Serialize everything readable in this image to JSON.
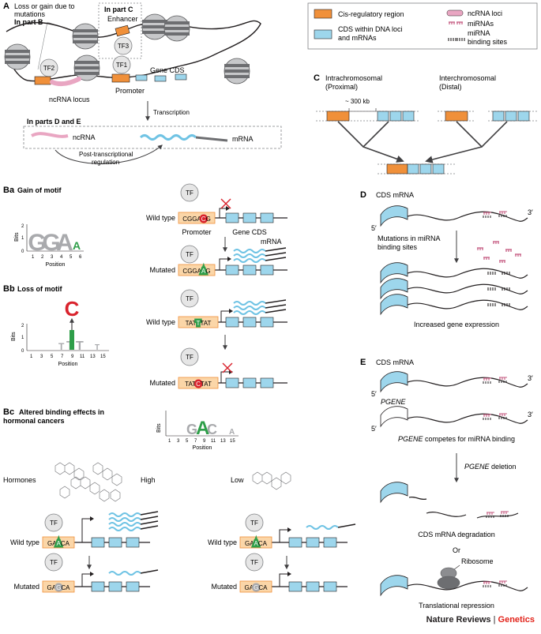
{
  "legend": {
    "cis": "Cis-regulatory region",
    "cds1": "CDS within DNA loci",
    "cds2": "and mRNAs",
    "ncrna": "ncRNA loci",
    "mirna": "miRNAs",
    "site1": "miRNA",
    "site2": "binding sites"
  },
  "panelA": {
    "label": "A",
    "loss_gain1": "Loss or gain due to",
    "loss_gain2": "mutations",
    "in_part_b": "In part B",
    "in_part_c": "In part C",
    "enhancer": "Enhancer",
    "tf1": "TF1",
    "tf2": "TF2",
    "tf3": "TF3",
    "promoter": "Promoter",
    "gene_cds": "Gene CDS",
    "ncrna_locus": "ncRNA locus",
    "transcription": "Transcription",
    "in_parts_de": "In parts D and E",
    "ncrna": "ncRNA",
    "mrna": "mRNA",
    "ptr1": "Post-transcriptional",
    "ptr2": "regulation"
  },
  "panelC": {
    "label": "C",
    "intra1": "Intrachromosomal",
    "intra2": "(Proximal)",
    "inter1": "Interchromosomal",
    "inter2": "(Distal)",
    "dist": "~ 300 kb"
  },
  "panelBa": {
    "label": "Ba",
    "title": "Gain of motif",
    "bits": "Bits",
    "position": "Position",
    "yticks": [
      "2",
      "1",
      "0"
    ],
    "xticks": [
      "1",
      "2",
      "3",
      "4",
      "5",
      "6"
    ],
    "wild_type": "Wild type",
    "mutated": "Mutated",
    "tf": "TF",
    "promoter": "Promoter",
    "gene_cds": "Gene CDS",
    "mrna": "mRNA",
    "wt_seq": [
      "C",
      "G",
      "G",
      "A",
      "C",
      "G"
    ],
    "mut_seq": [
      "C",
      "G",
      "G",
      "A",
      "A",
      "G"
    ]
  },
  "panelBb": {
    "label": "Bb",
    "title": "Loss of motif",
    "bits": "Bits",
    "position": "Position",
    "yticks": [
      "2",
      "1",
      "0"
    ],
    "xticks": [
      "1",
      "3",
      "5",
      "7",
      "9",
      "11",
      "13",
      "15"
    ],
    "big_letter": "C",
    "wild_type": "Wild type",
    "mutated": "Mutated",
    "tf": "TF",
    "wt_seq": [
      "T",
      "A",
      "T",
      "T",
      "T",
      "A",
      "T"
    ],
    "mut_seq": [
      "T",
      "A",
      "T",
      "C",
      "T",
      "A",
      "T"
    ]
  },
  "panelBc": {
    "label": "Bc",
    "title1": "Altered binding effects in",
    "title2": "hormonal cancers",
    "bits": "Bits",
    "position": "Position",
    "xticks": [
      "1",
      "3",
      "5",
      "7",
      "9",
      "11",
      "13",
      "15"
    ],
    "hormones": "Hormones",
    "high": "High",
    "low": "Low",
    "wild_type": "Wild type",
    "mutated": "Mutated",
    "tf": "TF",
    "wt_seq": [
      "G",
      "A",
      "A",
      "C",
      "A"
    ],
    "mut_seq": [
      "G",
      "A",
      "G",
      "C",
      "A"
    ]
  },
  "panelD": {
    "label": "D",
    "cds_mrna": "CDS mRNA",
    "five": "5′",
    "three": "3′",
    "mut1": "Mutations in miRNA",
    "mut2": "binding sites",
    "increased": "Increased gene expression"
  },
  "panelE": {
    "label": "E",
    "cds_mrna": "CDS mRNA",
    "five": "5′",
    "three": "3′",
    "pgene": "PGENE",
    "competes": "competes for miRNA binding",
    "deletion": "deletion",
    "degradation": "CDS mRNA degradation",
    "or": "Or",
    "ribosome": "Ribosome",
    "repression": "Translational repression"
  },
  "footer": {
    "journal": "Nature Reviews",
    "sep": " | ",
    "section": "Genetics"
  },
  "colors": {
    "cis": "#f0903a",
    "cds": "#9dd6ec",
    "ncrna": "#e9a6c2",
    "mirna": "#c4587f",
    "nucleosome": "#9a9c9f",
    "tf": "#e6e6e6",
    "highlight_red": "#d9232d",
    "highlight_green": "#2e9e49",
    "logo_gray": "#a9aaad"
  }
}
